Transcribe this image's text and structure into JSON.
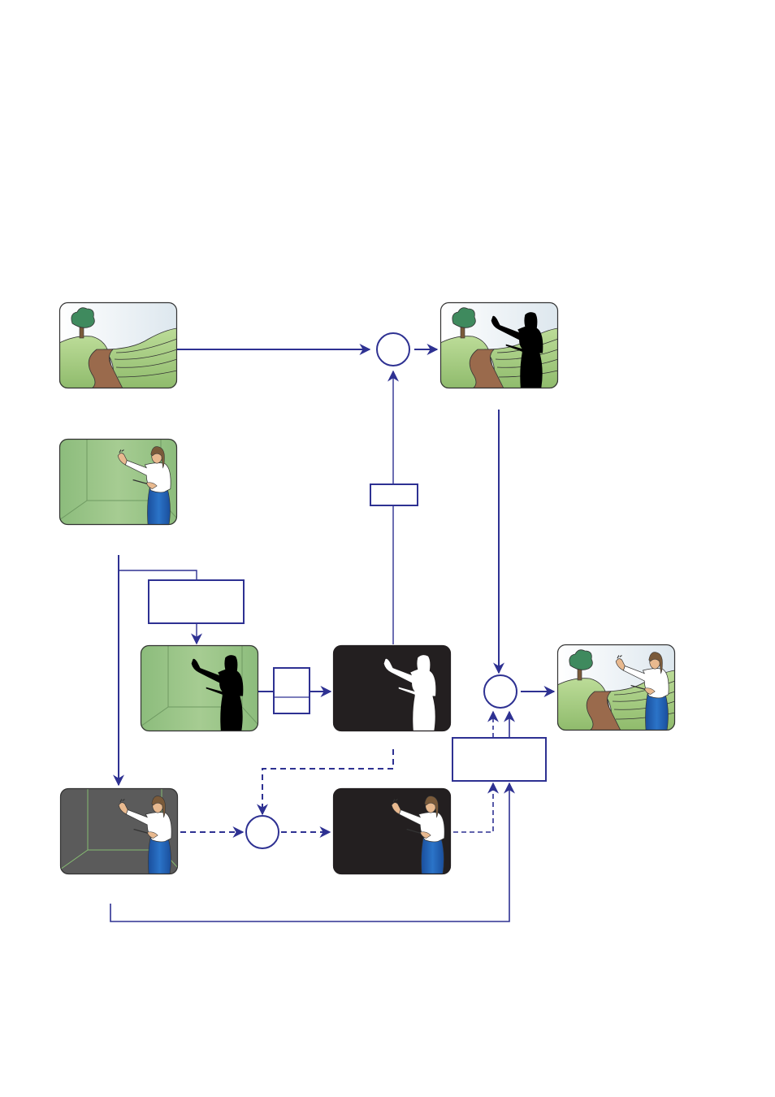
{
  "diagram": {
    "title": "",
    "type": "chroma-key compositing flow",
    "colors": {
      "line": "#2e3192",
      "sky_top": "#f7fafc",
      "sky_bottom": "#dfe8ef",
      "grass_light": "#b4d690",
      "grass_dark": "#8fbc6a",
      "path_brown": "#9a6a4c",
      "tree_green": "#3f8a5e",
      "trunk": "#7a5a3a",
      "green_screen": "#9cc48a",
      "green_screen_dark": "#7ea96e",
      "gray_bg": "#5b5b5b",
      "matte_black": "#231f20",
      "skirt_blue": "#1f5fb0",
      "shirt_white": "#ffffff",
      "skin": "#e8b98f",
      "hair": "#7a5a3a",
      "key_outline": "#9ccf86"
    },
    "nodes": [
      {
        "id": "background-image",
        "kind": "image",
        "content": "landscape"
      },
      {
        "id": "foreground-image",
        "kind": "image",
        "content": "presenter-on-green"
      },
      {
        "id": "gray-foreground-image",
        "kind": "image",
        "content": "presenter-on-gray"
      },
      {
        "id": "silhouette-image",
        "kind": "image",
        "content": "presenter-silhouette-on-green"
      },
      {
        "id": "matte-image",
        "kind": "image",
        "content": "white-silhouette-on-black"
      },
      {
        "id": "keyed-foreground-image",
        "kind": "image",
        "content": "presenter-on-black"
      },
      {
        "id": "background-with-hole-image",
        "kind": "image",
        "content": "landscape-with-black-silhouette"
      },
      {
        "id": "final-composite-image",
        "kind": "image",
        "content": "presenter-on-landscape"
      },
      {
        "id": "multiply-node-top",
        "kind": "operator",
        "label": ""
      },
      {
        "id": "multiply-node-bottom",
        "kind": "operator",
        "label": ""
      },
      {
        "id": "add-node-final",
        "kind": "operator",
        "label": ""
      },
      {
        "id": "invert-box",
        "kind": "process",
        "label": ""
      },
      {
        "id": "color-key-box",
        "kind": "process",
        "label": ""
      },
      {
        "id": "threshold-box",
        "kind": "process",
        "label": "",
        "label2": ""
      },
      {
        "id": "spill-box",
        "kind": "process",
        "label": ""
      }
    ],
    "edges": [
      {
        "from": "background-image",
        "to": "multiply-node-top",
        "style": "solid"
      },
      {
        "from": "multiply-node-top",
        "to": "background-with-hole-image",
        "style": "solid"
      },
      {
        "from": "matte-image",
        "to": "invert-box",
        "style": "solid"
      },
      {
        "from": "invert-box",
        "to": "multiply-node-top",
        "style": "solid"
      },
      {
        "from": "foreground-image",
        "to": "color-key-box",
        "style": "solid"
      },
      {
        "from": "color-key-box",
        "to": "silhouette-image",
        "style": "solid"
      },
      {
        "from": "foreground-image",
        "to": "gray-foreground-image",
        "style": "solid"
      },
      {
        "from": "silhouette-image",
        "to": "threshold-box",
        "style": "solid"
      },
      {
        "from": "threshold-box",
        "to": "matte-image",
        "style": "solid"
      },
      {
        "from": "matte-image",
        "to": "multiply-node-bottom",
        "style": "dashed"
      },
      {
        "from": "gray-foreground-image",
        "to": "multiply-node-bottom",
        "style": "dashed"
      },
      {
        "from": "multiply-node-bottom",
        "to": "keyed-foreground-image",
        "style": "dashed"
      },
      {
        "from": "keyed-foreground-image",
        "to": "spill-box",
        "style": "dashed"
      },
      {
        "from": "gray-foreground-image",
        "to": "spill-box",
        "style": "solid"
      },
      {
        "from": "spill-box",
        "to": "add-node-final",
        "style": "dashed"
      },
      {
        "from": "spill-box",
        "to": "add-node-final",
        "style": "solid"
      },
      {
        "from": "background-with-hole-image",
        "to": "add-node-final",
        "style": "solid"
      },
      {
        "from": "add-node-final",
        "to": "final-composite-image",
        "style": "solid"
      }
    ]
  }
}
